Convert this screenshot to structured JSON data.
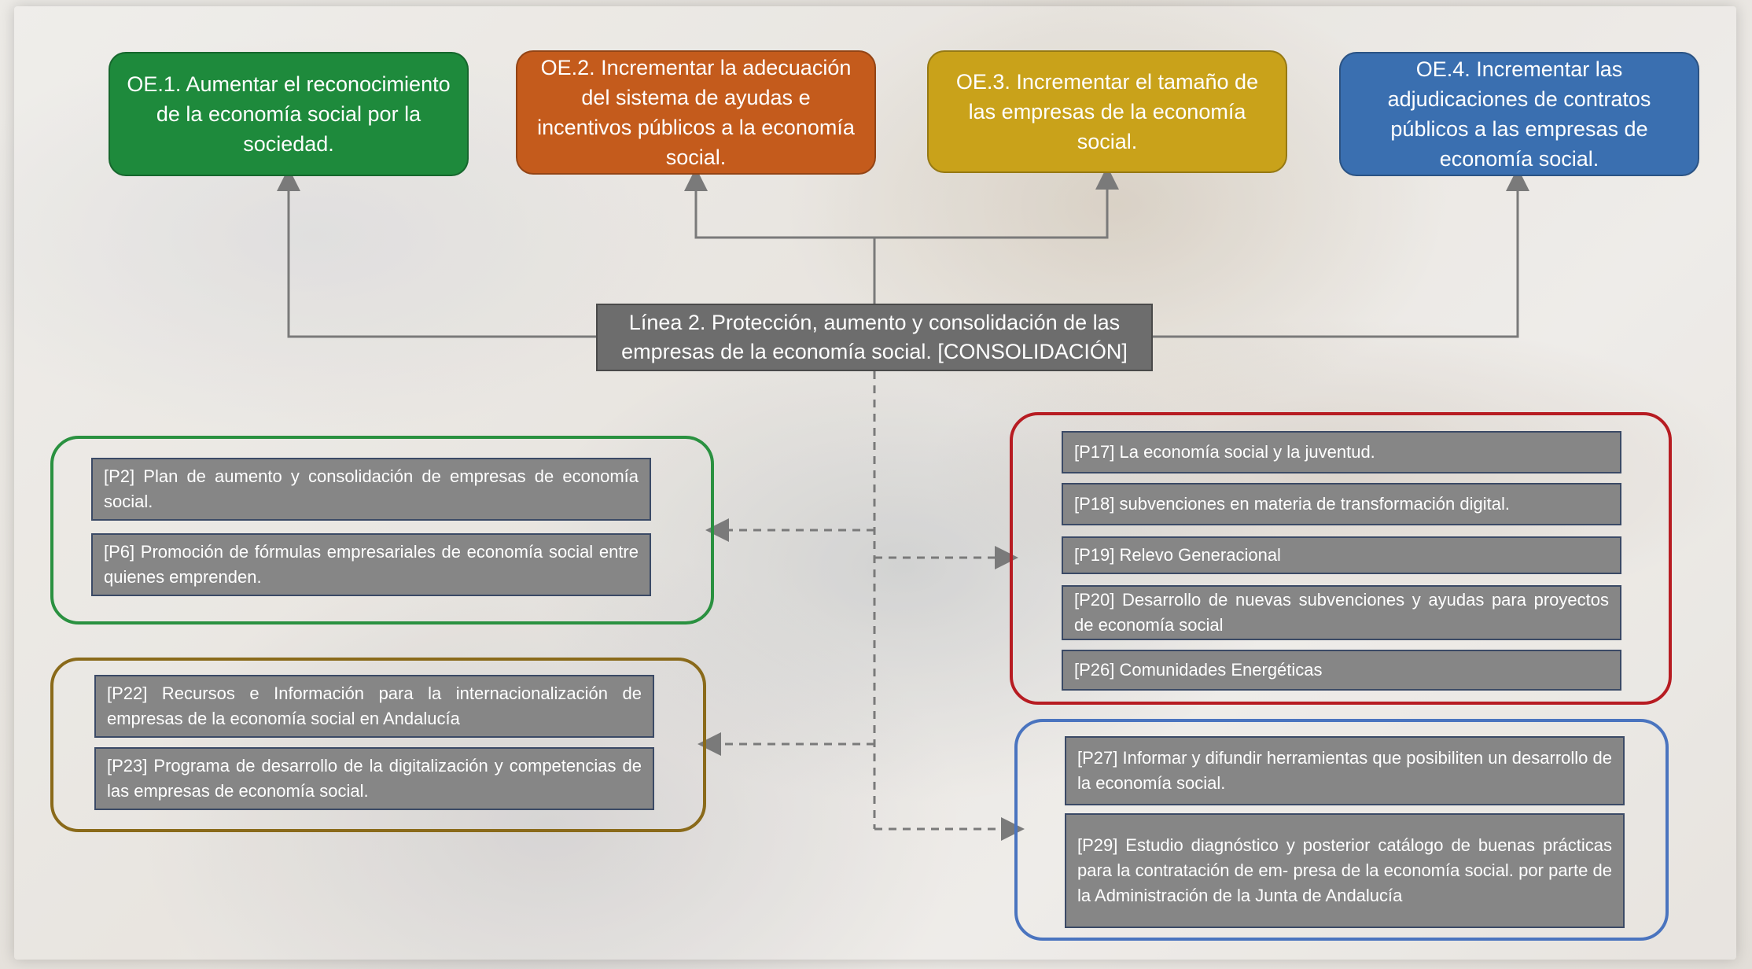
{
  "colors": {
    "oe1": "#1e8a3c",
    "oe2": "#c45b1c",
    "oe3": "#c9a21a",
    "oe4": "#3a6fb0",
    "group_green": "#2a9140",
    "group_gold": "#8a6a1a",
    "group_red": "#b71c22",
    "group_blue": "#4a74bf",
    "connector": "#7a7a7a"
  },
  "objectives": [
    {
      "label": "OE.1. Aumentar el reconocimiento de la economía social por la sociedad."
    },
    {
      "label": "OE.2. Incrementar la adecuación del sistema de ayudas e incentivos públicos a la economía social."
    },
    {
      "label": "OE.3. Incrementar el tamaño de las empresas de la economía social."
    },
    {
      "label": "OE.4. Incrementar las adjudicaciones de contratos públicos a las empresas de economía social."
    }
  ],
  "central": {
    "label": "Línea 2. Protección, aumento y consolidación de las empresas de la economía social. [CONSOLIDACIÓN]"
  },
  "groups": {
    "green": [
      {
        "label": "[P2] Plan de aumento y consolidación de empresas de economía social."
      },
      {
        "label": "[P6] Promoción de fórmulas empresariales de economía social entre quienes emprenden."
      }
    ],
    "gold": [
      {
        "label": "[P22] Recursos e Información para la internacionalización de empresas de la economía social en Andalucía"
      },
      {
        "label": "[P23] Programa de desarrollo de la digitalización y competencias de las empresas de economía social."
      }
    ],
    "red": [
      {
        "label": "[P17] La economía social y la juventud."
      },
      {
        "label": "[P18] subvenciones en materia de transformación digital."
      },
      {
        "label": "[P19] Relevo Generacional"
      },
      {
        "label": "[P20] Desarrollo de nuevas subvenciones y ayudas para proyectos de economía social"
      },
      {
        "label": "[P26] Comunidades Energéticas"
      }
    ],
    "blue": [
      {
        "label": "[P27] Informar y difundir herramientas que posibiliten un desarrollo de la economía social."
      },
      {
        "label": "[P29] Estudio diagnóstico y posterior catálogo de buenas prácticas para la contratación de em- presa de la economía social. por parte de la Administración de la Junta de Andalucía"
      }
    ]
  }
}
